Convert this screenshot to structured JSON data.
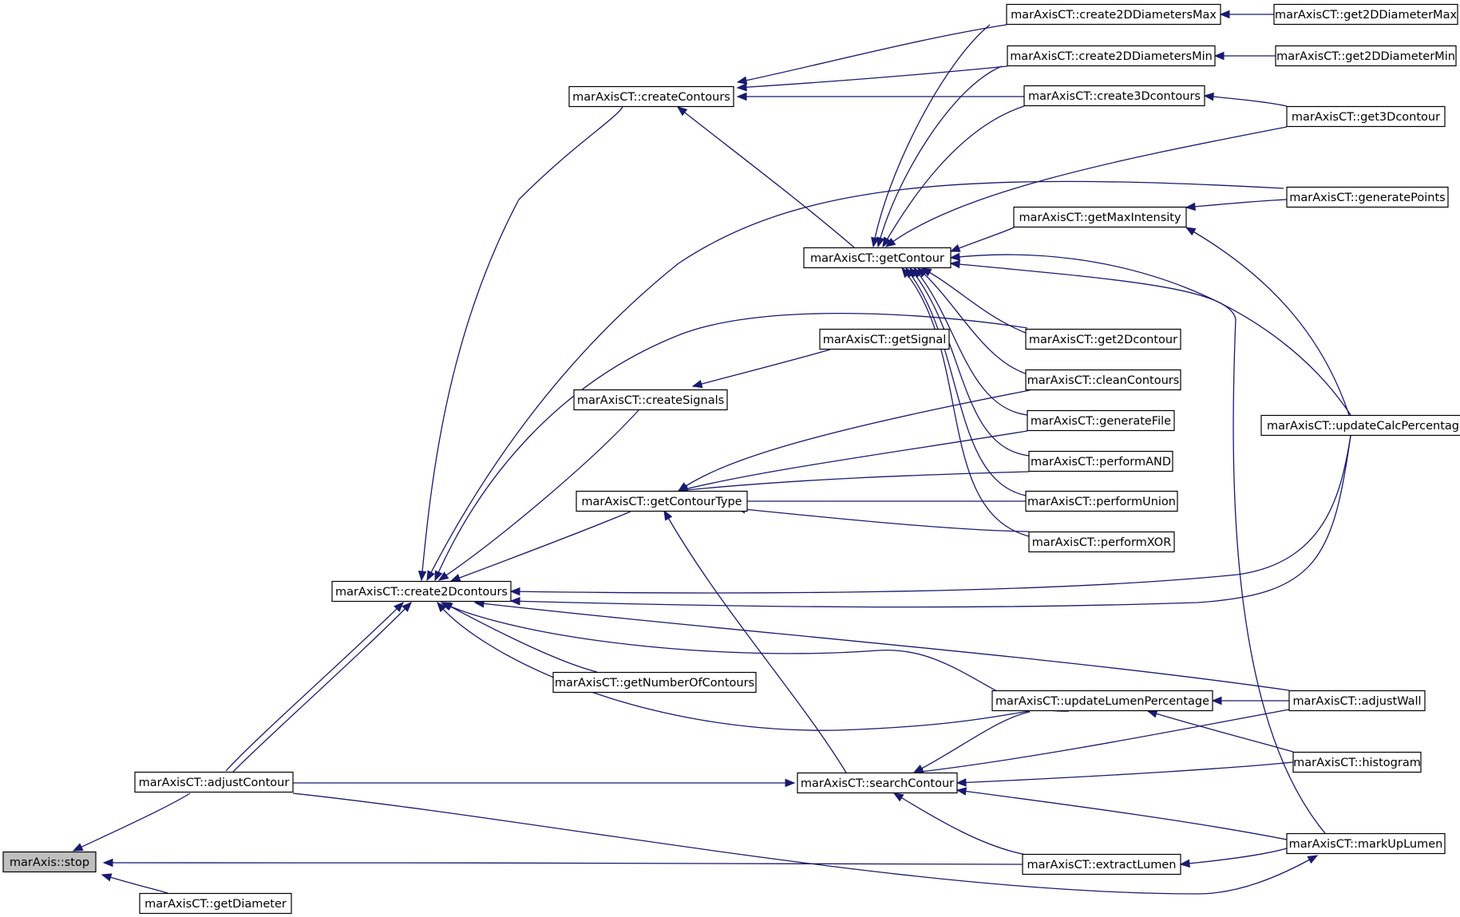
{
  "graph": {
    "title": "",
    "colors": {
      "edge": "#191970",
      "node_border": "#000000",
      "node_fill": "#ffffff",
      "root_fill": "#bfbfbf"
    },
    "nodes": [
      {
        "id": "stop",
        "label": "marAxis::stop",
        "role": "root"
      },
      {
        "id": "getDiameter",
        "label": "marAxisCT::getDiameter"
      },
      {
        "id": "adjustContour",
        "label": "marAxisCT::adjustContour"
      },
      {
        "id": "create2Dcontours",
        "label": "marAxisCT::create2Dcontours"
      },
      {
        "id": "createContours",
        "label": "marAxisCT::createContours"
      },
      {
        "id": "createSignals",
        "label": "marAxisCT::createSignals"
      },
      {
        "id": "getContourType",
        "label": "marAxisCT::getContourType"
      },
      {
        "id": "getNumberOfContours",
        "label": "marAxisCT::getNumberOfContours"
      },
      {
        "id": "getContour",
        "label": "marAxisCT::getContour"
      },
      {
        "id": "getSignal",
        "label": "marAxisCT::getSignal"
      },
      {
        "id": "searchContour",
        "label": "marAxisCT::searchContour"
      },
      {
        "id": "create2DDiametersMax",
        "label": "marAxisCT::create2DDiametersMax"
      },
      {
        "id": "create2DDiametersMin",
        "label": "marAxisCT::create2DDiametersMin"
      },
      {
        "id": "create3Dcontours",
        "label": "marAxisCT::create3Dcontours"
      },
      {
        "id": "getMaxIntensity",
        "label": "marAxisCT::getMaxIntensity"
      },
      {
        "id": "get2Dcontour",
        "label": "marAxisCT::get2Dcontour"
      },
      {
        "id": "cleanContours",
        "label": "marAxisCT::cleanContours"
      },
      {
        "id": "generateFile",
        "label": "marAxisCT::generateFile"
      },
      {
        "id": "performAND",
        "label": "marAxisCT::performAND"
      },
      {
        "id": "performUnion",
        "label": "marAxisCT::performUnion"
      },
      {
        "id": "performXOR",
        "label": "marAxisCT::performXOR"
      },
      {
        "id": "updateLumenPercentage",
        "label": "marAxisCT::updateLumenPercentage"
      },
      {
        "id": "extractLumen",
        "label": "marAxisCT::extractLumen"
      },
      {
        "id": "get2DDiameterMax",
        "label": "marAxisCT::get2DDiameterMax"
      },
      {
        "id": "get2DDiameterMin",
        "label": "marAxisCT::get2DDiameterMin"
      },
      {
        "id": "get3Dcontour",
        "label": "marAxisCT::get3Dcontour"
      },
      {
        "id": "generatePoints",
        "label": "marAxisCT::generatePoints"
      },
      {
        "id": "updateCalcPercentage",
        "label": "marAxisCT::updateCalcPercentage"
      },
      {
        "id": "adjustWall",
        "label": "marAxisCT::adjustWall"
      },
      {
        "id": "histogram",
        "label": "marAxisCT::histogram"
      },
      {
        "id": "markUpLumen",
        "label": "marAxisCT::markUpLumen"
      }
    ],
    "edges": [
      {
        "from": "adjustContour",
        "to": "stop"
      },
      {
        "from": "getDiameter",
        "to": "stop"
      },
      {
        "from": "extractLumen",
        "to": "stop"
      },
      {
        "from": "create2Dcontours",
        "to": "adjustContour"
      },
      {
        "from": "create2Dcontours",
        "to": "adjustContour"
      },
      {
        "from": "adjustContour",
        "to": "searchContour"
      },
      {
        "from": "adjustContour",
        "to": "markUpLumen"
      },
      {
        "from": "createContours",
        "to": "create2Dcontours"
      },
      {
        "from": "createSignals",
        "to": "create2Dcontours"
      },
      {
        "from": "getContourType",
        "to": "create2Dcontours"
      },
      {
        "from": "getNumberOfContours",
        "to": "create2Dcontours"
      },
      {
        "from": "generatePoints",
        "to": "create2Dcontours"
      },
      {
        "from": "get2Dcontour",
        "to": "create2Dcontours"
      },
      {
        "from": "updateLumenPercentage",
        "to": "create2Dcontours"
      },
      {
        "from": "updateLumenPercentage",
        "to": "create2Dcontours"
      },
      {
        "from": "updateCalcPercentage",
        "to": "create2Dcontours"
      },
      {
        "from": "create2Dcontours",
        "to": "updateCalcPercentage"
      },
      {
        "from": "create2Dcontours",
        "to": "adjustWall"
      },
      {
        "from": "create2DDiametersMax",
        "to": "createContours"
      },
      {
        "from": "create2DDiametersMin",
        "to": "createContours"
      },
      {
        "from": "create3Dcontours",
        "to": "createContours"
      },
      {
        "from": "createContours",
        "to": "getContour"
      },
      {
        "from": "getSignal",
        "to": "createSignals"
      },
      {
        "from": "cleanContours",
        "to": "getContourType"
      },
      {
        "from": "generateFile",
        "to": "getContourType"
      },
      {
        "from": "performAND",
        "to": "getContourType"
      },
      {
        "from": "performUnion",
        "to": "getContourType"
      },
      {
        "from": "performXOR",
        "to": "getContourType"
      },
      {
        "from": "searchContour",
        "to": "getContourType"
      },
      {
        "from": "create2DDiametersMax",
        "to": "getContour"
      },
      {
        "from": "create2DDiametersMin",
        "to": "getContour"
      },
      {
        "from": "create3Dcontours",
        "to": "getContour"
      },
      {
        "from": "getMaxIntensity",
        "to": "getContour"
      },
      {
        "from": "get3Dcontour",
        "to": "getContour"
      },
      {
        "from": "updateCalcPercentage",
        "to": "getContour"
      },
      {
        "from": "markUpLumen",
        "to": "getContour"
      },
      {
        "from": "get2Dcontour",
        "to": "getContour"
      },
      {
        "from": "cleanContours",
        "to": "getContour"
      },
      {
        "from": "generateFile",
        "to": "getContour"
      },
      {
        "from": "performAND",
        "to": "getContour"
      },
      {
        "from": "performUnion",
        "to": "getContour"
      },
      {
        "from": "performXOR",
        "to": "getContour"
      },
      {
        "from": "get2DDiameterMax",
        "to": "create2DDiametersMax"
      },
      {
        "from": "get2DDiameterMin",
        "to": "create2DDiametersMin"
      },
      {
        "from": "get3Dcontour",
        "to": "create3Dcontours"
      },
      {
        "from": "generatePoints",
        "to": "getMaxIntensity"
      },
      {
        "from": "updateCalcPercentage",
        "to": "getMaxIntensity"
      },
      {
        "from": "adjustWall",
        "to": "updateLumenPercentage"
      },
      {
        "from": "histogram",
        "to": "updateLumenPercentage"
      },
      {
        "from": "updateLumenPercentage",
        "to": "searchContour"
      },
      {
        "from": "adjustWall",
        "to": "searchContour"
      },
      {
        "from": "histogram",
        "to": "searchContour"
      },
      {
        "from": "markUpLumen",
        "to": "searchContour"
      },
      {
        "from": "extractLumen",
        "to": "searchContour"
      },
      {
        "from": "markUpLumen",
        "to": "extractLumen"
      }
    ]
  }
}
